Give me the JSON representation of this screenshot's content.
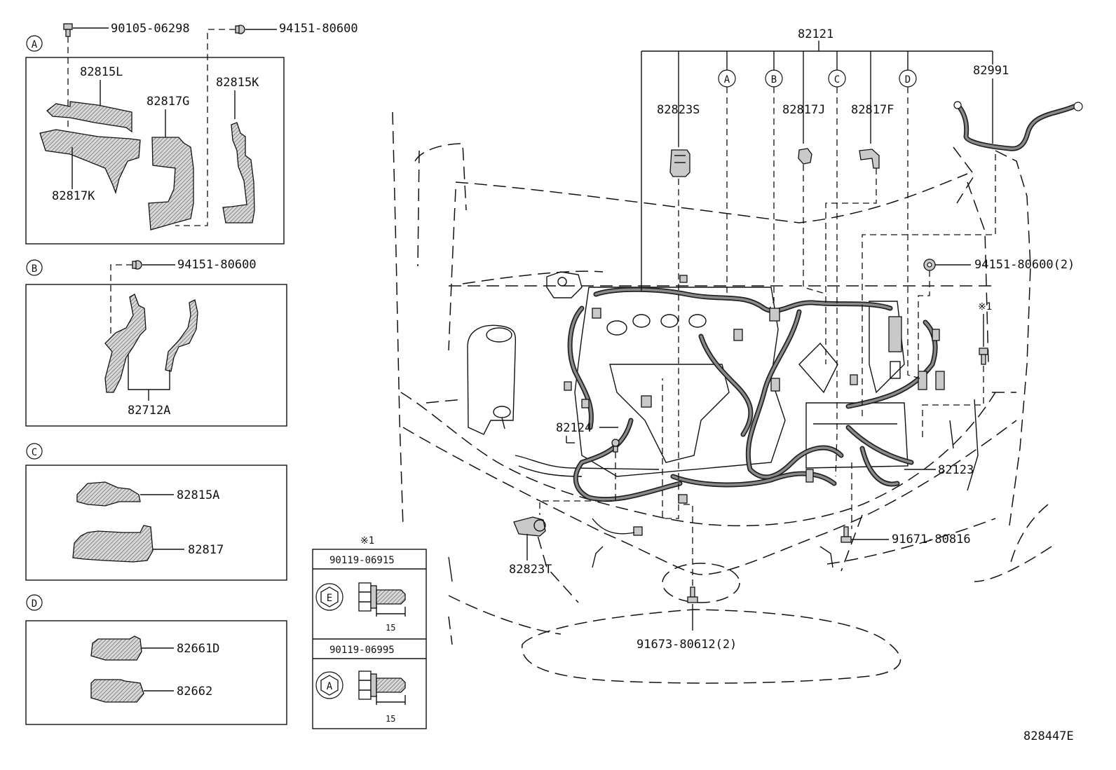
{
  "diagram_id": "828447E",
  "panels": {
    "A": {
      "letter": "A",
      "fastener_1": "90105-06298",
      "fastener_2": "94151-80600",
      "parts": [
        "82815L",
        "82817G",
        "82815K",
        "82817K"
      ]
    },
    "B": {
      "letter": "B",
      "fastener": "94151-80600",
      "parts": [
        "82712A"
      ]
    },
    "C": {
      "letter": "C",
      "parts": [
        "82815A",
        "82817"
      ]
    },
    "D": {
      "letter": "D",
      "parts": [
        "82661D",
        "82662"
      ]
    }
  },
  "note_box": {
    "mark": "※1",
    "bolts": [
      {
        "part": "90119-06915",
        "head_letter": "E",
        "length": "15"
      },
      {
        "part": "90119-06995",
        "head_letter": "A",
        "length": "15"
      }
    ]
  },
  "main": {
    "harness_main": "82121",
    "callout_letters": [
      "A",
      "B",
      "C",
      "D"
    ],
    "parts": {
      "p82823S": "82823S",
      "p82817J": "82817J",
      "p82817F": "82817F",
      "p82991": "82991",
      "p82124": "82124",
      "p82123": "82123",
      "p82823T": "82823T"
    },
    "fasteners": {
      "clip_right": "94151-80600(2)",
      "mark_right": "※1",
      "bolt_right": "91671-80816",
      "bolt_bottom": "91673-80612(2)"
    }
  }
}
